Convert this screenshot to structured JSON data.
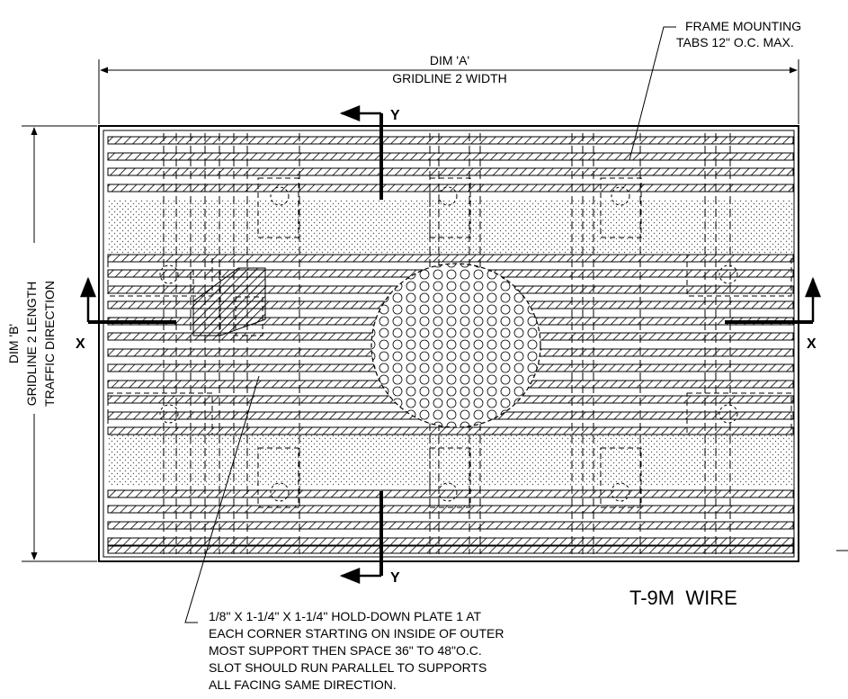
{
  "annotations": {
    "frame_tabs_line1": "FRAME MOUNTING",
    "frame_tabs_line2": "TABS 12\" O.C. MAX.",
    "dim_a_line1": "DIM 'A'",
    "dim_a_line2": "GRIDLINE 2 WIDTH",
    "dim_b_line1": "DIM 'B'",
    "dim_b_line2": "GRIDLINE 2 LENGTH",
    "dim_b_line3": "TRAFFIC DIRECTION",
    "section_x": "X",
    "section_y": "Y",
    "drawing_id": "T-9M  WIRE",
    "note_line1": "1/8\" X 1-1/4\" X 1-1/4\" HOLD-DOWN PLATE 1 AT",
    "note_line2": "EACH CORNER STARTING ON INSIDE OF OUTER",
    "note_line3": "MOST SUPPORT THEN SPACE 36\" TO 48\"O.C.",
    "note_line4": "SLOT SHOULD RUN PARALLEL TO SUPPORTS",
    "note_line5": "ALL FACING SAME DIRECTION."
  },
  "colors": {
    "line": "#000000",
    "background": "#ffffff",
    "stipple": "#555555"
  }
}
